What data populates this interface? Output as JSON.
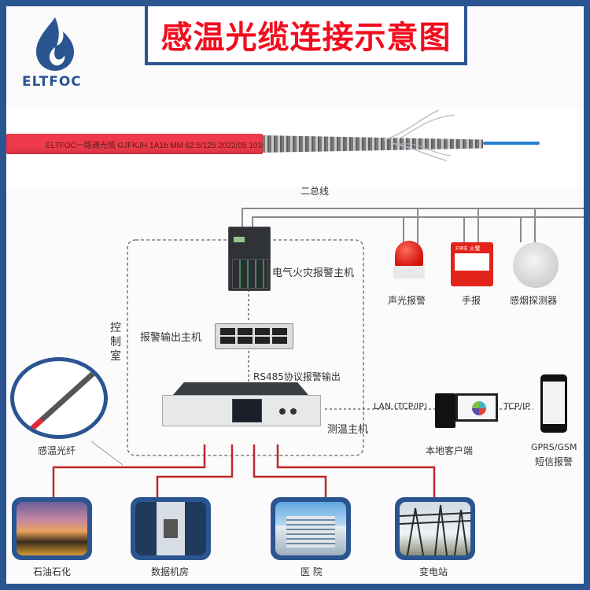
{
  "brand": {
    "name": "ELTFOC"
  },
  "header": {
    "title": "感温光缆连接示意图"
  },
  "cable": {
    "print_text": "ELTFOC一路通光缆 GJFKJH 1A1b MM 62.5/125 2022/05 1010M"
  },
  "bus": {
    "label": "二总线"
  },
  "control_room": {
    "label_chars": [
      "控",
      "制",
      "室"
    ]
  },
  "devices": {
    "fire_alarm_host": "电气火灾报警主机",
    "alarm_output_host": "报警输出主机",
    "rs485_label": "RS485协议报警输出",
    "temp_host": "测温主机",
    "sound_light_alarm": "声光报警",
    "manual_alarm": "手报",
    "manual_alarm_plate": "FIRE 火警",
    "smoke_detector": "感烟探测器",
    "lan_label": "LAN (TCP/IP)",
    "tcpip_label": "TCP/IP",
    "local_client": "本地客户端",
    "sms_line1": "GPRS/GSM",
    "sms_line2": "短信报警",
    "sensing_fiber": "感温光纤"
  },
  "applications": [
    {
      "label": "石油石化",
      "icon": "refinery"
    },
    {
      "label": "数据机房",
      "icon": "data-center"
    },
    {
      "label": "医 院",
      "icon": "hospital"
    },
    {
      "label": "变电站",
      "icon": "substation"
    }
  ],
  "colors": {
    "brand_blue": "#2b5591",
    "title_red": "#f20d1e",
    "signal_red": "#c0262d",
    "bus_gray": "#8a8a8a"
  }
}
